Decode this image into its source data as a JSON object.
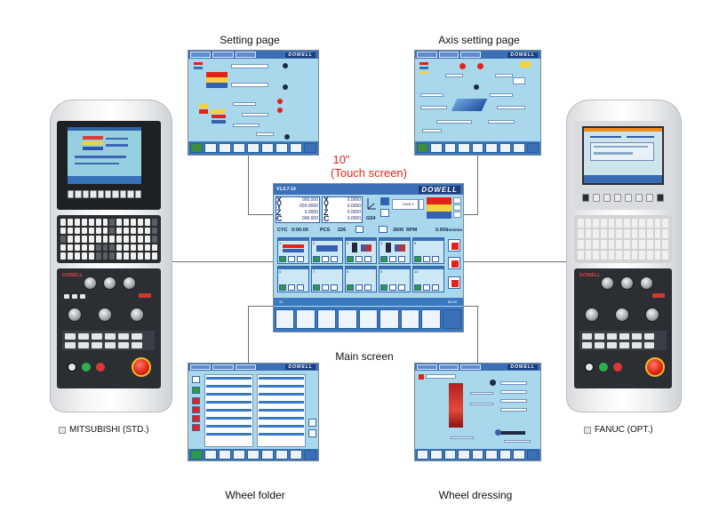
{
  "labels": {
    "setting_page": "Setting page",
    "axis_setting_page": "Axis setting page",
    "touch_size": "10\"",
    "touch_type": "(Touch screen)",
    "main_screen": "Main screen",
    "wheel_folder": "Wheel folder",
    "wheel_dressing": "Wheel dressing",
    "mitsubishi": "MITSUBISHI (STD.)",
    "fanuc": "FANUC (OPT.)"
  },
  "brand": "DOWELL",
  "main_screen": {
    "version": "V1.0.7-14",
    "axes": [
      "X",
      "Y",
      "Z",
      "C"
    ],
    "axes_right": [
      "X",
      "Y",
      "Z",
      "C"
    ],
    "machine_values": [
      "000.000",
      "650.0000",
      "0.0000",
      "000.000"
    ],
    "distance_values": [
      "0.0000",
      "0.0000",
      "0.0000",
      "0.0000"
    ],
    "cycle_label": "CYC",
    "cycle_value": "0:00:00",
    "pcs_label": "PCS",
    "pcs_value": "226",
    "rpm_value": "3600",
    "rpm_unit": "RPM",
    "feed_value": "0.000",
    "feed_unit": "mm/min",
    "g_code": "G54",
    "block_label": "DIAR.1",
    "footer_left": "31",
    "footer_right": "56:09",
    "tile_numbers": [
      "1",
      "2",
      "3",
      "4",
      "5",
      "6",
      "7",
      "8",
      "9",
      "10"
    ]
  },
  "colors": {
    "screen_bg": "#a9d8ec",
    "title_bar": "#3b6fb6",
    "accent_red": "#e2231a",
    "estop": "#e0281b",
    "console_dark": "#2b2e33"
  },
  "icons": [
    "arrow-refresh-icon",
    "wheel-icon",
    "spindle-icon",
    "trash-icon",
    "wrench-icon",
    "arrow-up-icon",
    "arrow-down-icon",
    "fan-icon"
  ]
}
